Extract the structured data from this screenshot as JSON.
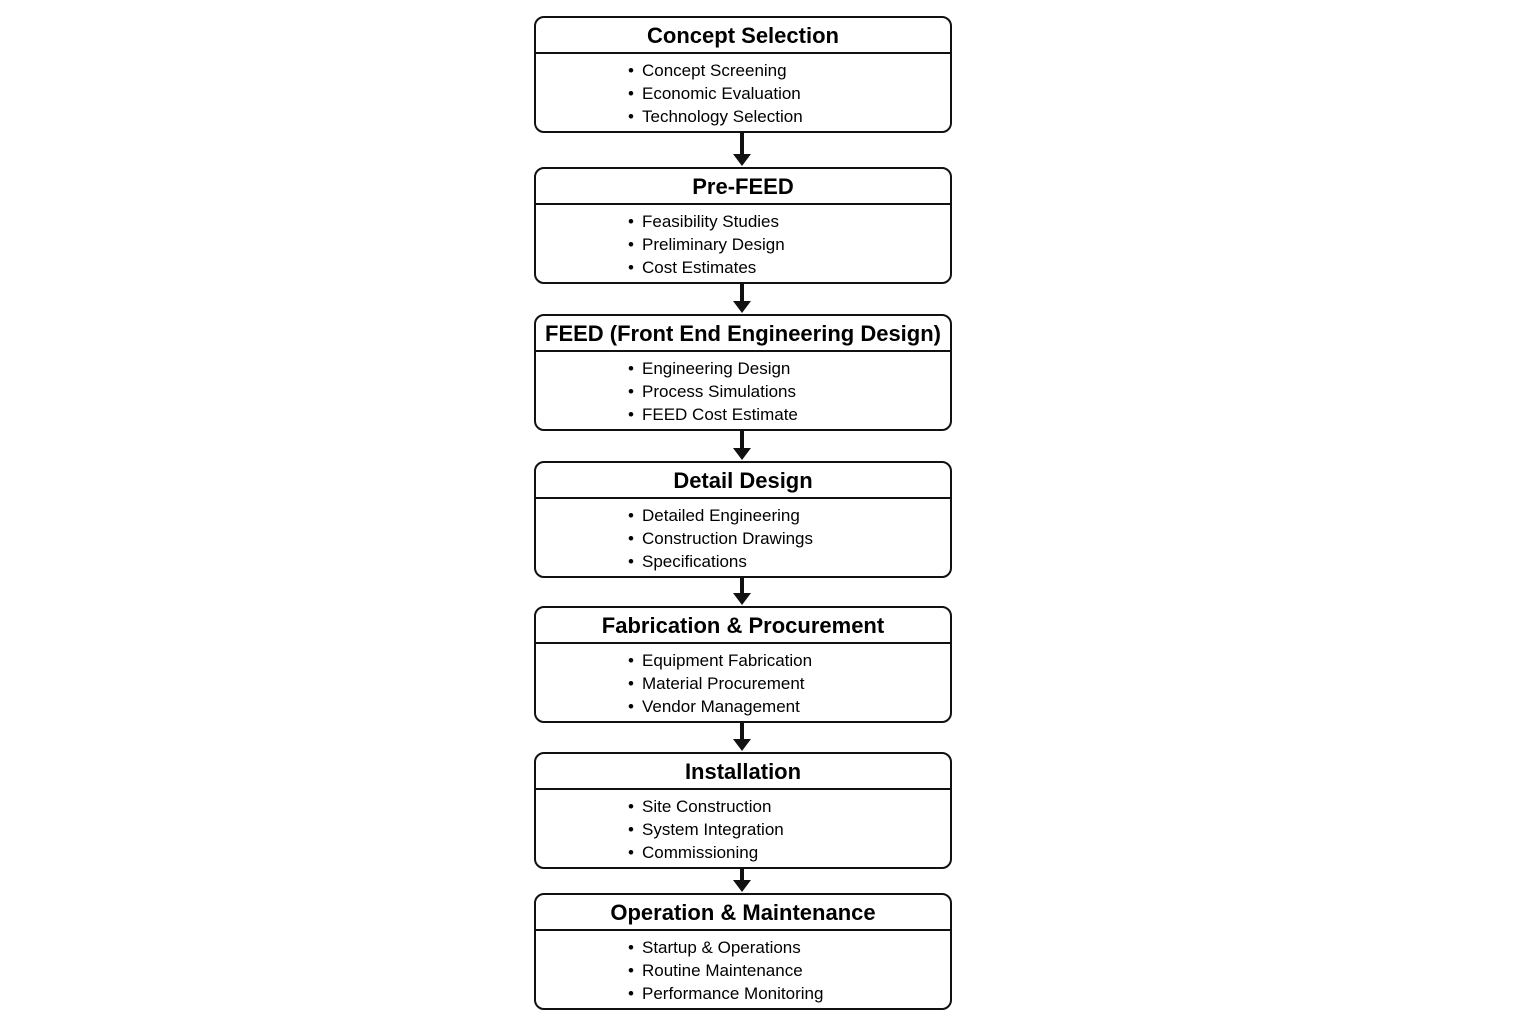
{
  "diagram": {
    "steps": [
      {
        "title": "Concept Selection",
        "items": [
          "Concept Screening",
          "Economic Evaluation",
          "Technology Selection"
        ]
      },
      {
        "title": "Pre-FEED",
        "items": [
          "Feasibility Studies",
          "Preliminary Design",
          "Cost Estimates"
        ]
      },
      {
        "title": "FEED (Front End Engineering Design)",
        "items": [
          "Engineering Design",
          "Process Simulations",
          "FEED Cost Estimate"
        ]
      },
      {
        "title": "Detail Design",
        "items": [
          "Detailed Engineering",
          "Construction Drawings",
          "Specifications"
        ]
      },
      {
        "title": "Fabrication & Procurement",
        "items": [
          "Equipment Fabrication",
          "Material Procurement",
          "Vendor Management"
        ]
      },
      {
        "title": "Installation",
        "items": [
          "Site Construction",
          "System Integration",
          "Commissioning"
        ]
      },
      {
        "title": "Operation & Maintenance",
        "items": [
          "Startup & Operations",
          "Routine Maintenance",
          "Performance Monitoring"
        ]
      }
    ],
    "bullet": "•",
    "colors": {
      "stroke": "#111111",
      "fill": "#ffffff",
      "text": "#000000"
    }
  }
}
